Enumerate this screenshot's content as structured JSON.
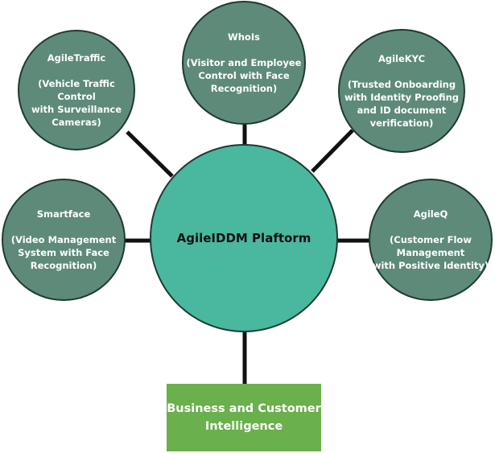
{
  "diagram": {
    "center": {
      "label": "AgileIDDM Plaftorm"
    },
    "nodes": {
      "agiletraffic": {
        "title": "AgileTraffic",
        "desc": "(Vehicle Traffic Control\nwith Surveillance\nCameras)"
      },
      "whois": {
        "title": "WhoIs",
        "desc": "(Visitor and Employee\nControl with Face\nRecognition)"
      },
      "agilekyc": {
        "title": "AgileKYC",
        "desc": "(Trusted Onboarding\nwith Identity Proofing\nand ID document\nverification)"
      },
      "smartface": {
        "title": "Smartface",
        "desc": "(Video Management\nSystem with Face\nRecognition)"
      },
      "agileq": {
        "title": "AgileQ",
        "desc": "(Customer Flow\nManagement\nwith Positive Identity)"
      }
    },
    "output": {
      "label": "Business and Customer\nIntelligence"
    }
  },
  "colors": {
    "satellite_fill": "#5e8a7a",
    "center_fill": "#49b89e",
    "output_fill": "#6ab04c",
    "connector": "#111111",
    "outline": "#1f3a32"
  }
}
